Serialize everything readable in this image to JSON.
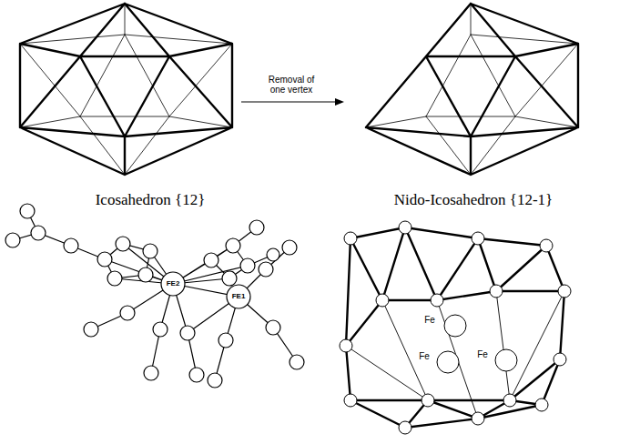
{
  "diagram": {
    "labels": [
      "Removal of one vertex",
      "Icosahedron {12}",
      "Nido-Icosahedron {12-1}",
      "FE2",
      "FE1",
      "Fe",
      "Fe",
      "Fe"
    ]
  }
}
